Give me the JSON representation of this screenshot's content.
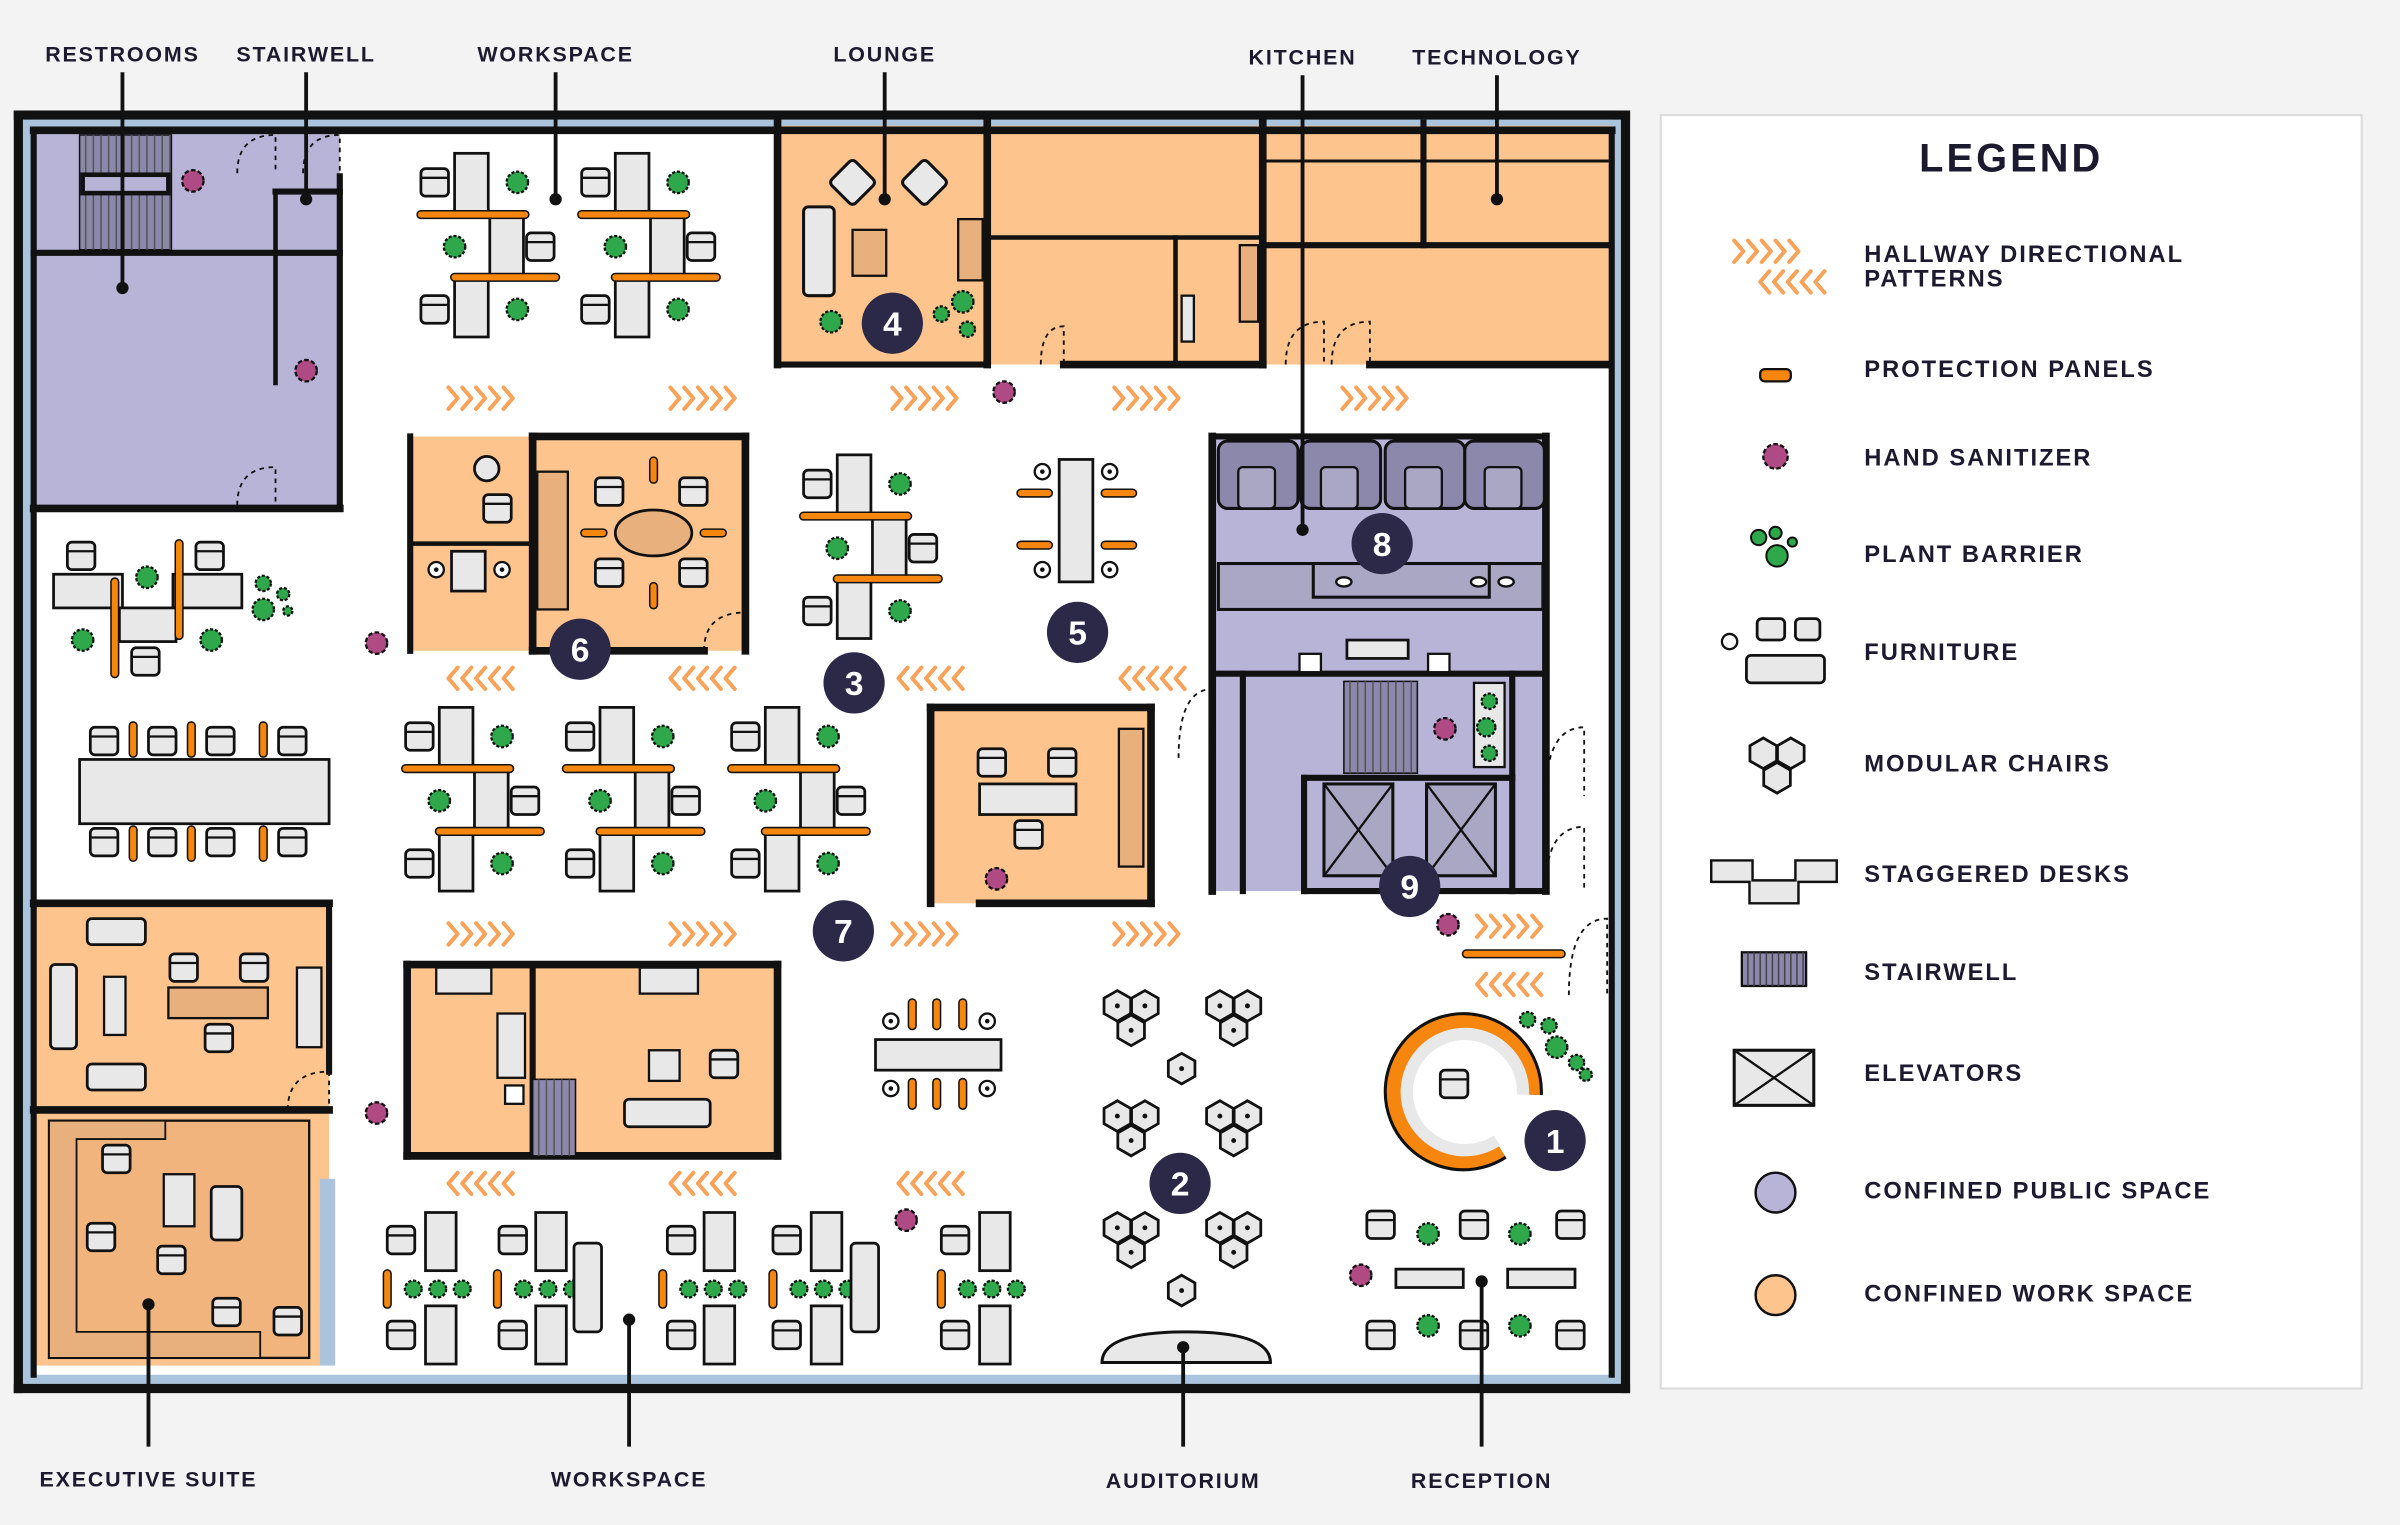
{
  "colors": {
    "background": "#f3f3f3",
    "wall": "#111111",
    "window": "#a9c4dc",
    "public_space": "#b8b4d8",
    "work_space": "#fdc48e",
    "panel": "#f7860f",
    "plant": "#2ea84a",
    "sanitizer": "#b04a84",
    "arrow": "#f8a25a",
    "marker": "#2b2848",
    "furniture": "#e8e8e8"
  },
  "labels_top": [
    {
      "id": "restrooms",
      "text": "RESTROOMS"
    },
    {
      "id": "stairwell",
      "text": "STAIRWELL"
    },
    {
      "id": "workspace",
      "text": "WORKSPACE"
    },
    {
      "id": "lounge",
      "text": "LOUNGE"
    },
    {
      "id": "kitchen",
      "text": "KITCHEN"
    },
    {
      "id": "technology",
      "text": "TECHNOLOGY"
    }
  ],
  "labels_bottom": [
    {
      "id": "executive-suite",
      "text": "EXECUTIVE SUITE"
    },
    {
      "id": "workspace",
      "text": "WORKSPACE"
    },
    {
      "id": "auditorium",
      "text": "AUDITORIUM"
    },
    {
      "id": "reception",
      "text": "RECEPTION"
    }
  ],
  "markers": [
    "1",
    "2",
    "3",
    "4",
    "5",
    "6",
    "7",
    "8",
    "9"
  ],
  "legend": {
    "title": "LEGEND",
    "items": [
      {
        "icon": "hallway-arrows-icon",
        "line1": "HALLWAY DIRECTIONAL",
        "line2": "PATTERNS"
      },
      {
        "icon": "protection-panel-icon",
        "line1": "PROTECTION PANELS"
      },
      {
        "icon": "hand-sanitizer-icon",
        "line1": "HAND SANITIZER"
      },
      {
        "icon": "plant-barrier-icon",
        "line1": "PLANT BARRIER"
      },
      {
        "icon": "furniture-icon",
        "line1": "FURNITURE"
      },
      {
        "icon": "modular-chairs-icon",
        "line1": "MODULAR CHAIRS"
      },
      {
        "icon": "staggered-desks-icon",
        "line1": "STAGGERED DESKS"
      },
      {
        "icon": "stairwell-icon",
        "line1": "STAIRWELL"
      },
      {
        "icon": "elevators-icon",
        "line1": "ELEVATORS"
      },
      {
        "icon": "public-space-icon",
        "line1": "CONFINED PUBLIC SPACE"
      },
      {
        "icon": "work-space-icon",
        "line1": "CONFINED WORK SPACE"
      }
    ]
  }
}
